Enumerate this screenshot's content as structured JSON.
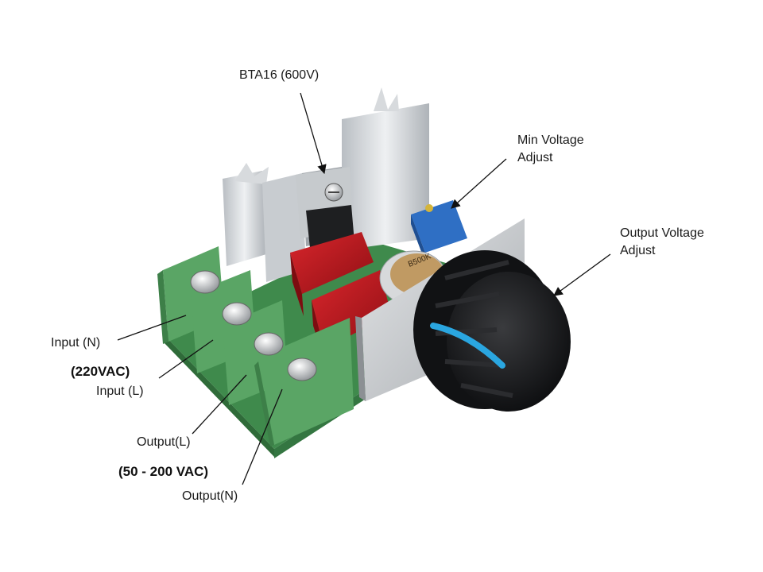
{
  "labels": {
    "bta16": "BTA16 (600V)",
    "min_voltage_line1": "Min Voltage",
    "min_voltage_line2": "Adjust",
    "output_voltage_line1": "Output Voltage",
    "output_voltage_line2": "Adjust",
    "input_n": "Input (N)",
    "input_voltage": "(220VAC)",
    "input_l": "Input (L)",
    "output_l": "Output(L)",
    "output_voltage_range": "(50 - 200 VAC)",
    "output_n": "Output(N)"
  },
  "component_markings": {
    "potentiometer": "B500K"
  },
  "colors": {
    "pcb_green": "#4f9a5a",
    "terminal_green": "#5ca567",
    "capacitor_red": "#b3161c",
    "heatsink_silver": "#d9dcdf",
    "knob_black": "#1b1c1e",
    "knob_indicator": "#2aa6e0",
    "trimmer_blue": "#2f6fc4"
  }
}
